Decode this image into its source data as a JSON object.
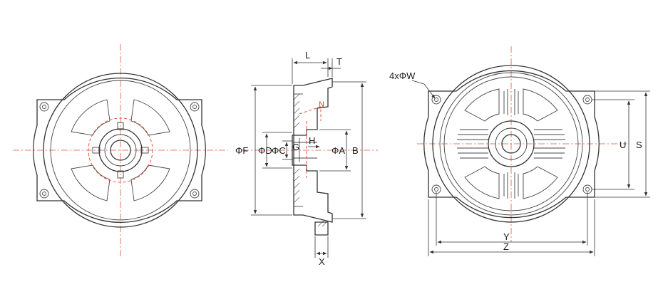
{
  "labels": {
    "L": "L",
    "T": "T",
    "N": "N",
    "F": "ΦF",
    "D": "ΦD",
    "C": "ΦC",
    "G": "G",
    "H": "H",
    "A": "ΦA",
    "B": "B",
    "X": "X",
    "W": "4xΦW",
    "U": "U",
    "S": "S",
    "Y": "Y",
    "Z": "Z"
  },
  "colors": {
    "outline": "#333333",
    "centerline": "#e0553a"
  }
}
